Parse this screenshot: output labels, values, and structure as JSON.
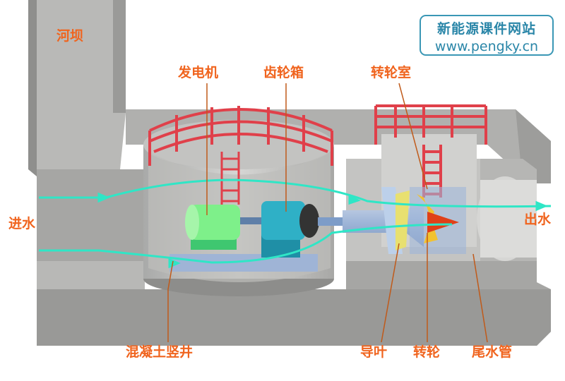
{
  "logo": {
    "title": "新能源课件网站",
    "url": "www.pengky.cn"
  },
  "labels": {
    "dam": "河坝",
    "generator": "发电机",
    "gearbox": "齿轮箱",
    "runner_chamber": "转轮室",
    "water_in": "进水",
    "water_out": "出水",
    "concrete_shaft": "混凝土竖井",
    "guide_vane": "导叶",
    "runner": "转轮",
    "draft_tube": "尾水管"
  },
  "colors": {
    "label": "#f0641e",
    "flow": "#2fe6c6",
    "concrete": "#b9b9b9",
    "railing": "#e0404a"
  }
}
